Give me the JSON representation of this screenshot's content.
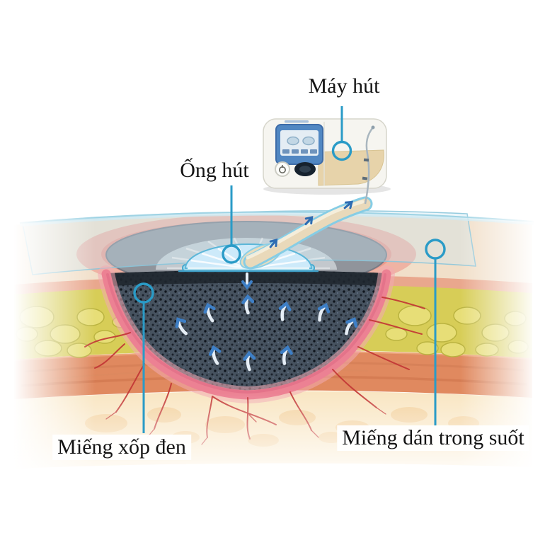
{
  "figure": {
    "labels": {
      "machine": "Máy hút",
      "tube": "Ống hút",
      "foam": "Miếng xốp đen",
      "film": "Miếng dán trong suốt"
    },
    "accent_color": "#2a9bc7",
    "text_color": "#141414",
    "colors": {
      "skin_surface": "#f1dfc9",
      "dermis": "#e9a78d",
      "fat_layer": "#d7cd57",
      "muscle_layer": "#e0895f",
      "deep_tissue": "#f9e6c3",
      "foam_dark": "#46525f",
      "wound_rim_pink": "#ec8193",
      "vessel_red": "#c23434",
      "pad_blue": "#cdeafa",
      "film_tint": "#cae7f1",
      "tube_beige": "#e9d9ba",
      "machine_body": "#f6f5f0",
      "machine_screen_frame": "#5187c2",
      "canister_tan": "#e7d3aa",
      "flow_arrow_blue": "#3e7fc6"
    }
  }
}
